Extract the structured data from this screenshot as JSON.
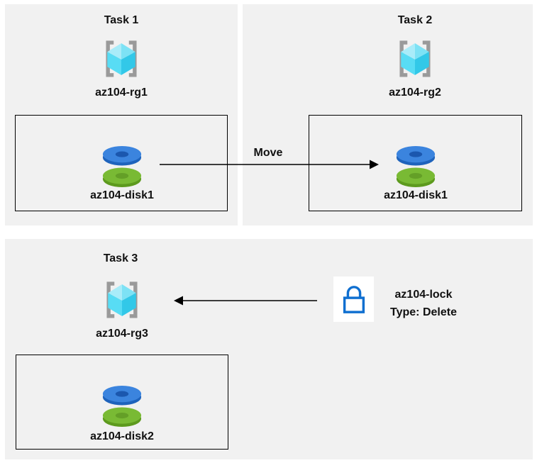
{
  "colors": {
    "panel_bg": "#f1f1f1",
    "box_border": "#000000",
    "text": "#111111",
    "bracket_gray": "#9a9a9a",
    "cube_top_left": "#a9ecf9",
    "cube_top_right": "#7de2f5",
    "cube_bottom_left": "#58dcf4",
    "cube_bottom_right": "#32c8e8",
    "disk_blue_top": "#3b84de",
    "disk_blue_side": "#1e63bc",
    "disk_blue_hole": "#1b57ae",
    "disk_green_top": "#79ba34",
    "disk_green_side": "#5d9a1e",
    "disk_green_hole": "#649f27",
    "lock_blue": "#0f6fd0",
    "arrow": "#000000"
  },
  "tasks": {
    "task1": {
      "title": "Task 1",
      "resource_group": "az104-rg1",
      "disk": "az104-disk1"
    },
    "task2": {
      "title": "Task 2",
      "resource_group": "az104-rg2",
      "disk": "az104-disk1"
    },
    "task3": {
      "title": "Task 3",
      "resource_group": "az104-rg3",
      "disk": "az104-disk2"
    }
  },
  "arrows": {
    "move_label": "Move"
  },
  "lock": {
    "name": "az104-lock",
    "type_line": "Type: Delete"
  },
  "icons": {
    "resource_group": "azure-resource-group-icon",
    "disk": "azure-managed-disk-icon",
    "lock": "azure-resource-lock-icon"
  }
}
